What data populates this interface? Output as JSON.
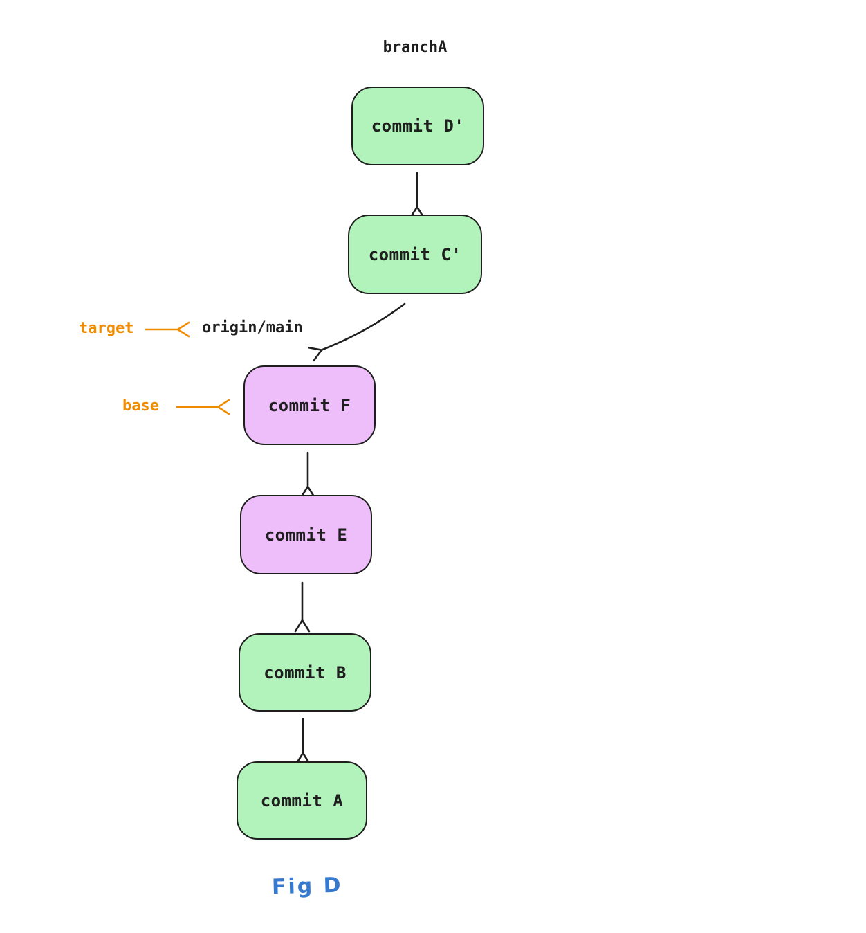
{
  "figure": {
    "branch_label": "branchA",
    "caption": "Fig D"
  },
  "annotations": {
    "target": {
      "label": "target",
      "points_to": "origin/main"
    },
    "base": {
      "label": "base",
      "points_to": "commit F"
    }
  },
  "nodes": [
    {
      "id": "commit-d-prime",
      "label": "commit D'",
      "fill": "#b2f2bb"
    },
    {
      "id": "commit-c-prime",
      "label": "commit C'",
      "fill": "#b2f2bb"
    },
    {
      "id": "commit-f",
      "label": "commit F",
      "fill": "#eebefa"
    },
    {
      "id": "commit-e",
      "label": "commit E",
      "fill": "#eebefa"
    },
    {
      "id": "commit-b",
      "label": "commit B",
      "fill": "#b2f2bb"
    },
    {
      "id": "commit-a",
      "label": "commit A",
      "fill": "#b2f2bb"
    }
  ],
  "edges": [
    {
      "from": "commit D'",
      "to": "commit C'"
    },
    {
      "from": "commit C'",
      "to": "commit F"
    },
    {
      "from": "commit F",
      "to": "commit E"
    },
    {
      "from": "commit E",
      "to": "commit B"
    },
    {
      "from": "commit B",
      "to": "commit A"
    }
  ],
  "colors": {
    "node_green": "#b2f2bb",
    "node_purple": "#eebefa",
    "stroke": "#1e1e1e",
    "annotation_orange": "#f08c00",
    "caption_blue": "#3779cf",
    "background": "#ffffff"
  }
}
